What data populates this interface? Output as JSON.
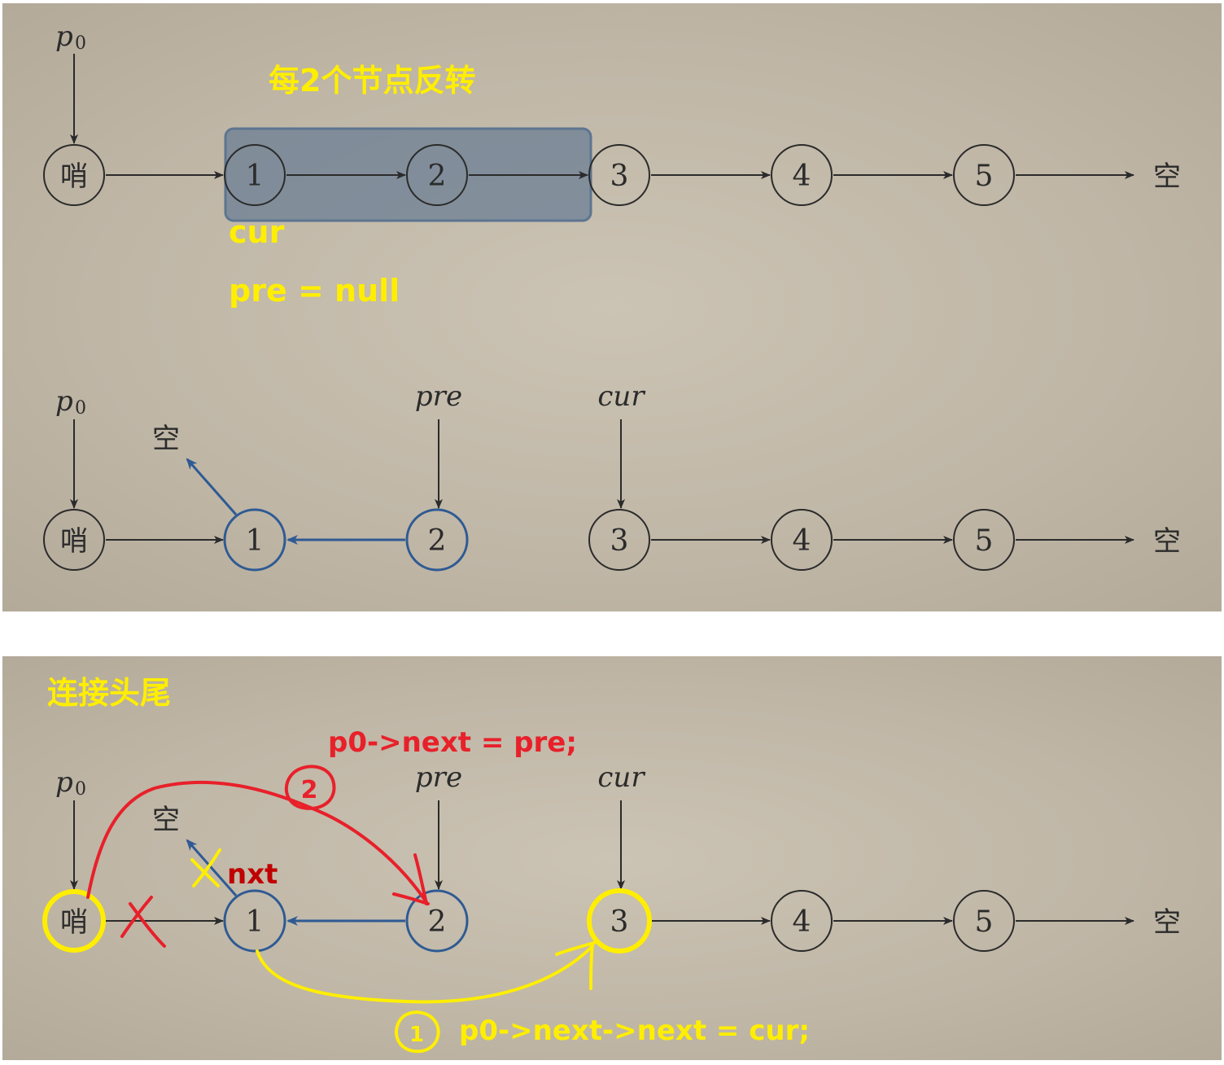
{
  "panel_top": {
    "title": "每2个节点反转",
    "label_cur": "cur",
    "label_pre_null": "pre = null"
  },
  "panel_bottom": {
    "title": "连接头尾",
    "step2_code": "p0->next = pre;",
    "step2_marker": "2",
    "step1_code": "p0->next->next = cur;",
    "step1_marker": "1",
    "nxt_label": "nxt"
  },
  "nodes": {
    "sentinel": "哨",
    "n1": "1",
    "n2": "2",
    "n3": "3",
    "n4": "4",
    "n5": "5",
    "null": "空"
  },
  "pointers": {
    "p0_base": "p",
    "p0_sub": "0",
    "pre": "pre",
    "cur": "cur"
  },
  "colors": {
    "yellow": "#ffee00",
    "red": "#e8202a",
    "dark_red": "#c00000",
    "blue": "#2f5a93",
    "black": "#2b2b2b",
    "highlight": "#5d7590"
  }
}
